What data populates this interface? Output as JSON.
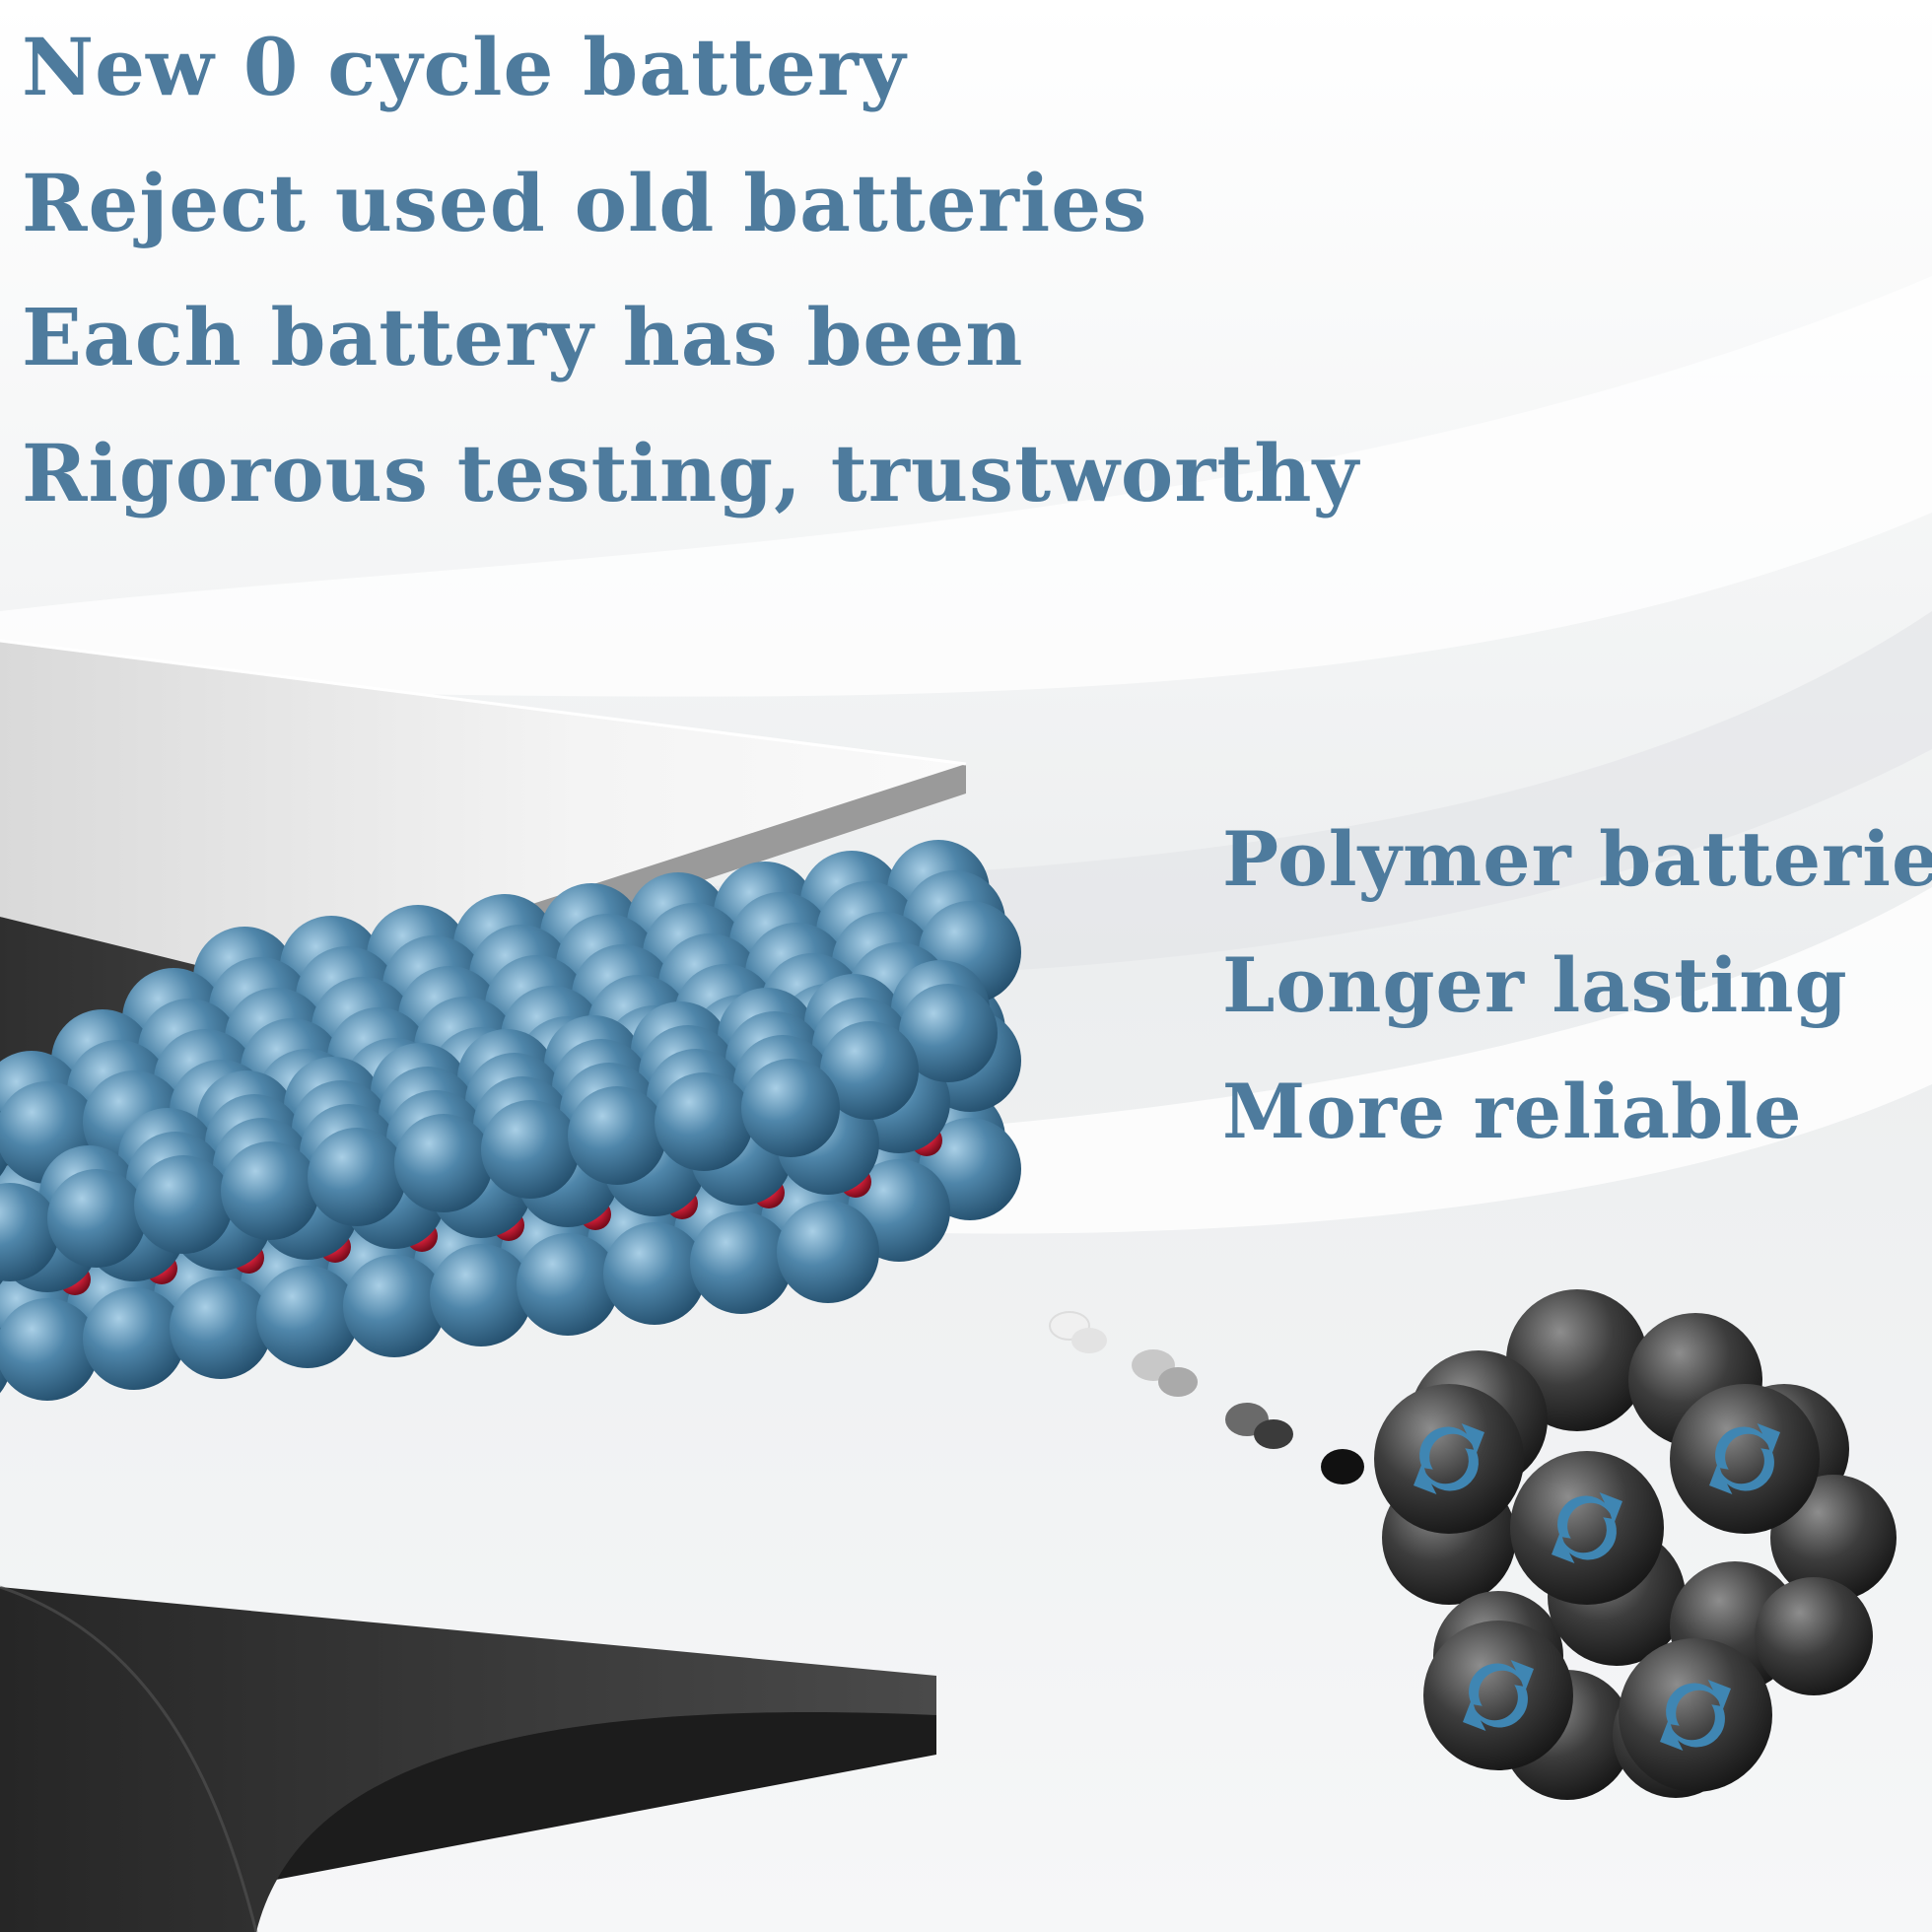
{
  "headline": {
    "line1": "New 0 cycle battery",
    "line2": "Reject used old batteries",
    "line3": "Each battery has been",
    "line4": "Rigorous testing, trustworthy"
  },
  "features": {
    "line1": "Polymer batteries",
    "line2": "Longer lasting",
    "line3": "More reliable"
  },
  "illustration": {
    "icons": [
      "layered-battery-illustration",
      "atom-sphere-icon",
      "particle-cluster-icon",
      "recycle-arrows-icon"
    ],
    "colors": {
      "text": "#4e7b9d",
      "atom_blue": "#4f86aa",
      "ion_red": "#d8203a",
      "particle_dark": "#3d3d3d",
      "sheet_light": "#e8e8e8",
      "sheet_dark": "#3a3a3a"
    }
  }
}
